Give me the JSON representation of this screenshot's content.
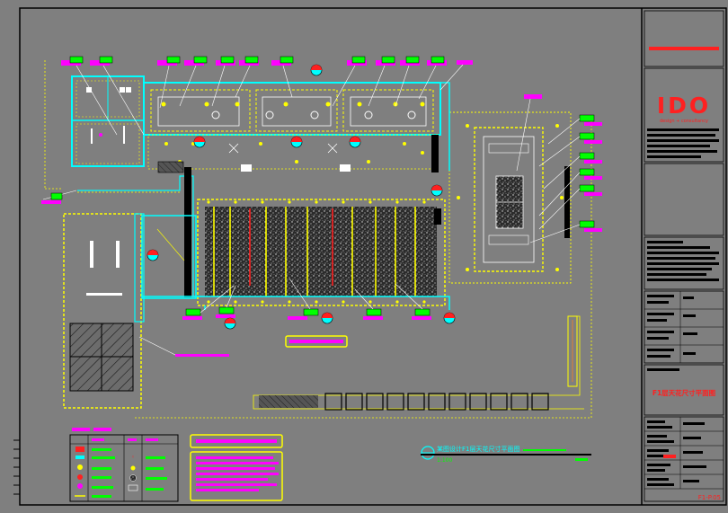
{
  "title_block": {
    "company_logo_text": "IDO",
    "company_tagline": "design + consultancy",
    "drawing_title": "F1层天花尺寸平面图",
    "sheet_number": "F1-P.05"
  },
  "plan_caption": {
    "title": "某图设计F1层天花尺寸平面图",
    "scale": "1:100"
  },
  "colors": {
    "background": "#7f7f7f",
    "frame": "#000000",
    "wall": "#00ffff",
    "ceiling": "#ffff00",
    "tag": "#ff00ff",
    "tag_green": "#00ff00",
    "red": "#ff0000",
    "white": "#ffffff"
  }
}
